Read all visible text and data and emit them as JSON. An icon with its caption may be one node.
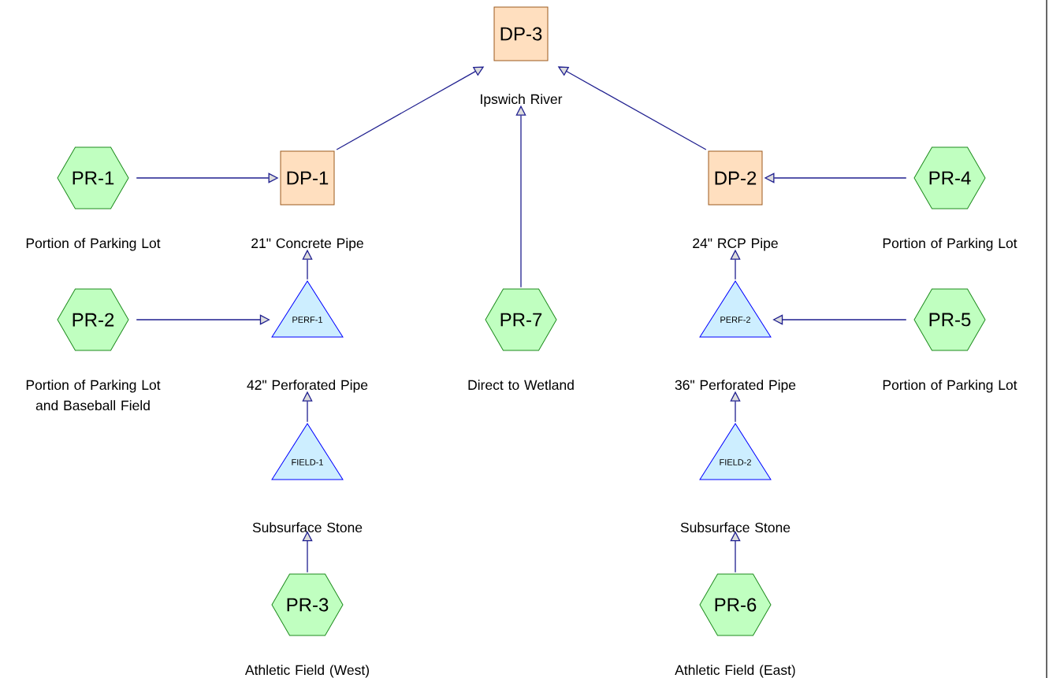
{
  "diagram": {
    "nodes": [
      {
        "text": [
          "DP-3"
        ],
        "beside": [
          "Ipswich River"
        ]
      },
      {
        "text": [
          "PR-1"
        ],
        "beside": [
          "Portion of Parking Lot"
        ]
      },
      {
        "text": [
          "DP-1"
        ],
        "beside": [
          "21\" Concrete Pipe"
        ]
      },
      {
        "text": [
          "DP-2"
        ],
        "beside": [
          "24\" RCP Pipe"
        ]
      },
      {
        "text": [
          "PR-4"
        ],
        "beside": [
          "Portion of Parking Lot"
        ]
      },
      {
        "text": [
          "PR-2"
        ],
        "beside": [
          "Portion of Parking Lot and Baseball Field"
        ]
      },
      {
        "text": [
          "PERF-1"
        ],
        "beside": [
          "42\" Perforated Pipe"
        ]
      },
      {
        "text": [
          "PR-7"
        ],
        "beside": [
          "Direct to Wetland"
        ]
      },
      {
        "text": [
          "PERF-2"
        ],
        "beside": [
          "36\" Perforated Pipe"
        ]
      },
      {
        "text": [
          "PR-5"
        ],
        "beside": [
          "Portion of Parking Lot"
        ]
      },
      {
        "text": [
          "FIELD-1"
        ],
        "beside": [
          "Subsurface Stone"
        ]
      },
      {
        "text": [
          "FIELD-2"
        ],
        "beside": [
          "Subsurface Stone"
        ]
      },
      {
        "text": [
          "PR-3"
        ],
        "beside": [
          "Athletic Field (West)"
        ]
      },
      {
        "text": [
          "PR-6"
        ],
        "beside": [
          "Athletic Field (East)"
        ]
      }
    ],
    "edges": [
      {
        "from": 1,
        "to": 2,
        "arrow": "to"
      },
      {
        "from": 2,
        "to": 0,
        "arrow": "to"
      },
      {
        "from": 3,
        "to": 0,
        "arrow": "to"
      },
      {
        "from": 7,
        "to": 0,
        "arrow": "to"
      },
      {
        "from": 4,
        "to": 3,
        "arrow": "to"
      },
      {
        "from": 5,
        "to": 6,
        "arrow": "to"
      },
      {
        "from": 6,
        "to": 2,
        "arrow": "to"
      },
      {
        "from": 9,
        "to": 8,
        "arrow": "to"
      },
      {
        "from": 8,
        "to": 3,
        "arrow": "to"
      },
      {
        "from": 10,
        "to": 6,
        "arrow": "to"
      },
      {
        "from": 11,
        "to": 8,
        "arrow": "to"
      },
      {
        "from": 12,
        "to": 10,
        "arrow": "to"
      },
      {
        "from": 13,
        "to": 11,
        "arrow": "to"
      }
    ]
  }
}
